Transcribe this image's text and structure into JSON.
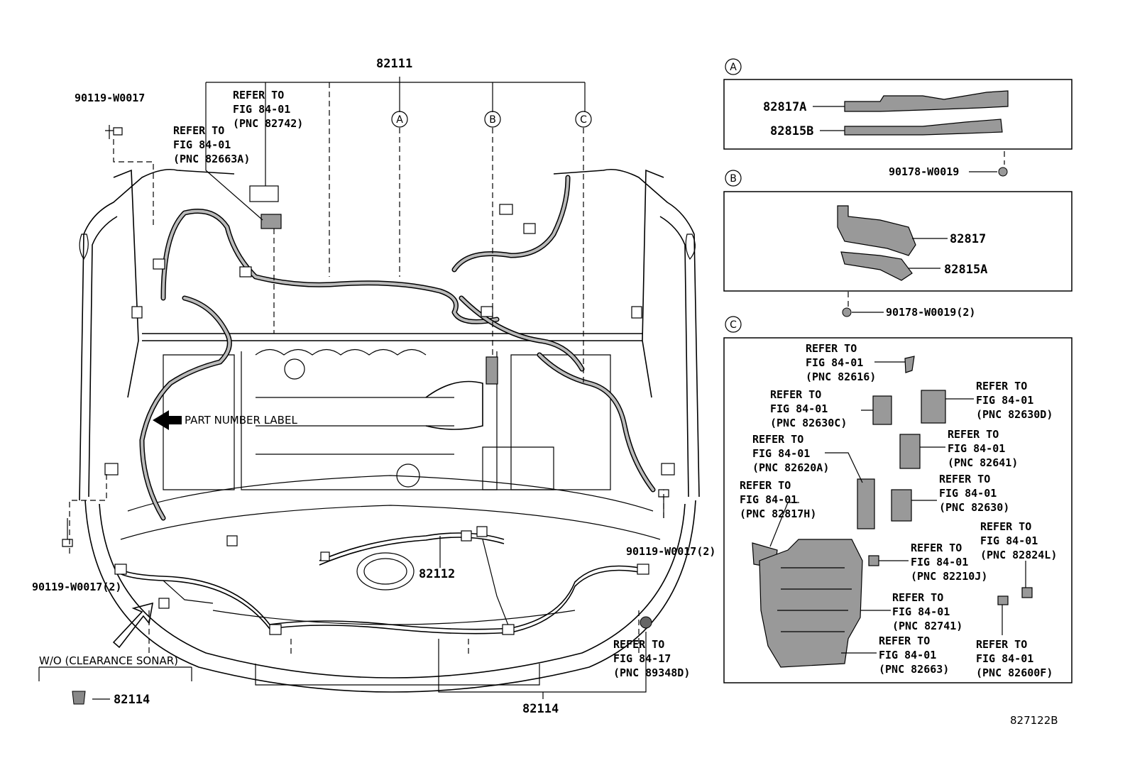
{
  "main_labels": {
    "p82111": "82111",
    "p82112": "82112",
    "p82114_bottom": "82114",
    "p82114_wo": "82114",
    "wo_clearance_sonar": "W/O (CLEARANCE SONAR)",
    "part_number_label": "PART NUMBER LABEL",
    "figure_code": "827122B",
    "bolt_top_left": "90119-W0017",
    "bolt_left": "90119-W0017(2)",
    "bolt_right": "90119-W0017(2)"
  },
  "refers_main": [
    {
      "l1": "REFER TO",
      "l2": "FIG 84-01",
      "l3": "(PNC 82742)"
    },
    {
      "l1": "REFER TO",
      "l2": "FIG 84-01",
      "l3": "(PNC 82663A)"
    },
    {
      "l1": "REFER TO",
      "l2": "FIG 84-17",
      "l3": "(PNC 89348D)"
    }
  ],
  "callouts": {
    "a": "A",
    "b": "B",
    "c": "C"
  },
  "section_a": {
    "p82817A": "82817A",
    "p82815B": "82815B",
    "clip": "90178-W0019"
  },
  "section_b": {
    "p82817": "82817",
    "p82815A": "82815A",
    "clip": "90178-W0019(2)"
  },
  "section_c": [
    {
      "l1": "REFER TO",
      "l2": "FIG 84-01",
      "l3": "(PNC 82616)"
    },
    {
      "l1": "REFER TO",
      "l2": "FIG 84-01",
      "l3": "(PNC 82630C)"
    },
    {
      "l1": "REFER TO",
      "l2": "FIG 84-01",
      "l3": "(PNC 82630D)"
    },
    {
      "l1": "REFER TO",
      "l2": "FIG 84-01",
      "l3": "(PNC 82620A)"
    },
    {
      "l1": "REFER TO",
      "l2": "FIG 84-01",
      "l3": "(PNC 82641)"
    },
    {
      "l1": "REFER TO",
      "l2": "FIG 84-01",
      "l3": "(PNC 82817H)"
    },
    {
      "l1": "REFER TO",
      "l2": "FIG 84-01",
      "l3": "(PNC 82630)"
    },
    {
      "l1": "REFER TO",
      "l2": "FIG 84-01",
      "l3": "(PNC 82824L)"
    },
    {
      "l1": "REFER TO",
      "l2": "FIG 84-01",
      "l3": "(PNC 82210J)"
    },
    {
      "l1": "REFER TO",
      "l2": "FIG 84-01",
      "l3": "(PNC 82741)"
    },
    {
      "l1": "REFER TO",
      "l2": "FIG 84-01",
      "l3": "(PNC 82663)"
    },
    {
      "l1": "REFER TO",
      "l2": "FIG 84-01",
      "l3": "(PNC 82600F)"
    }
  ]
}
